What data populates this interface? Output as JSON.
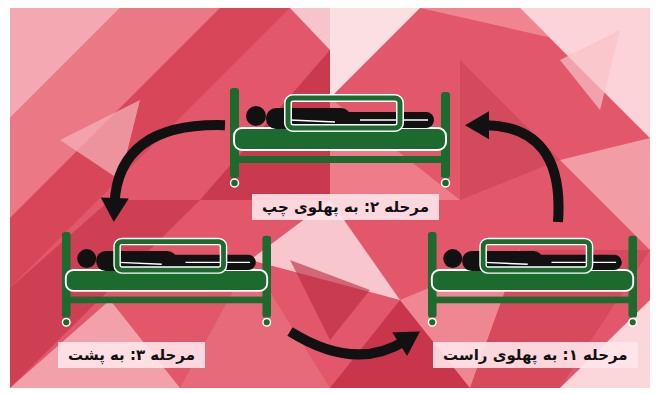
{
  "diagram": {
    "nodes": [
      {
        "text": [
          "مرحله ۱: به پهلوی راست"
        ]
      },
      {
        "text": [
          "مرحله ۲: به پهلوی چپ"
        ]
      },
      {
        "text": [
          "مرحله ۳: به پشت"
        ]
      }
    ],
    "edges": [
      {
        "from": 0,
        "to": 1,
        "arrow": "to"
      },
      {
        "from": 1,
        "to": 2,
        "arrow": "to"
      },
      {
        "from": 2,
        "to": 0,
        "arrow": "to"
      }
    ]
  }
}
